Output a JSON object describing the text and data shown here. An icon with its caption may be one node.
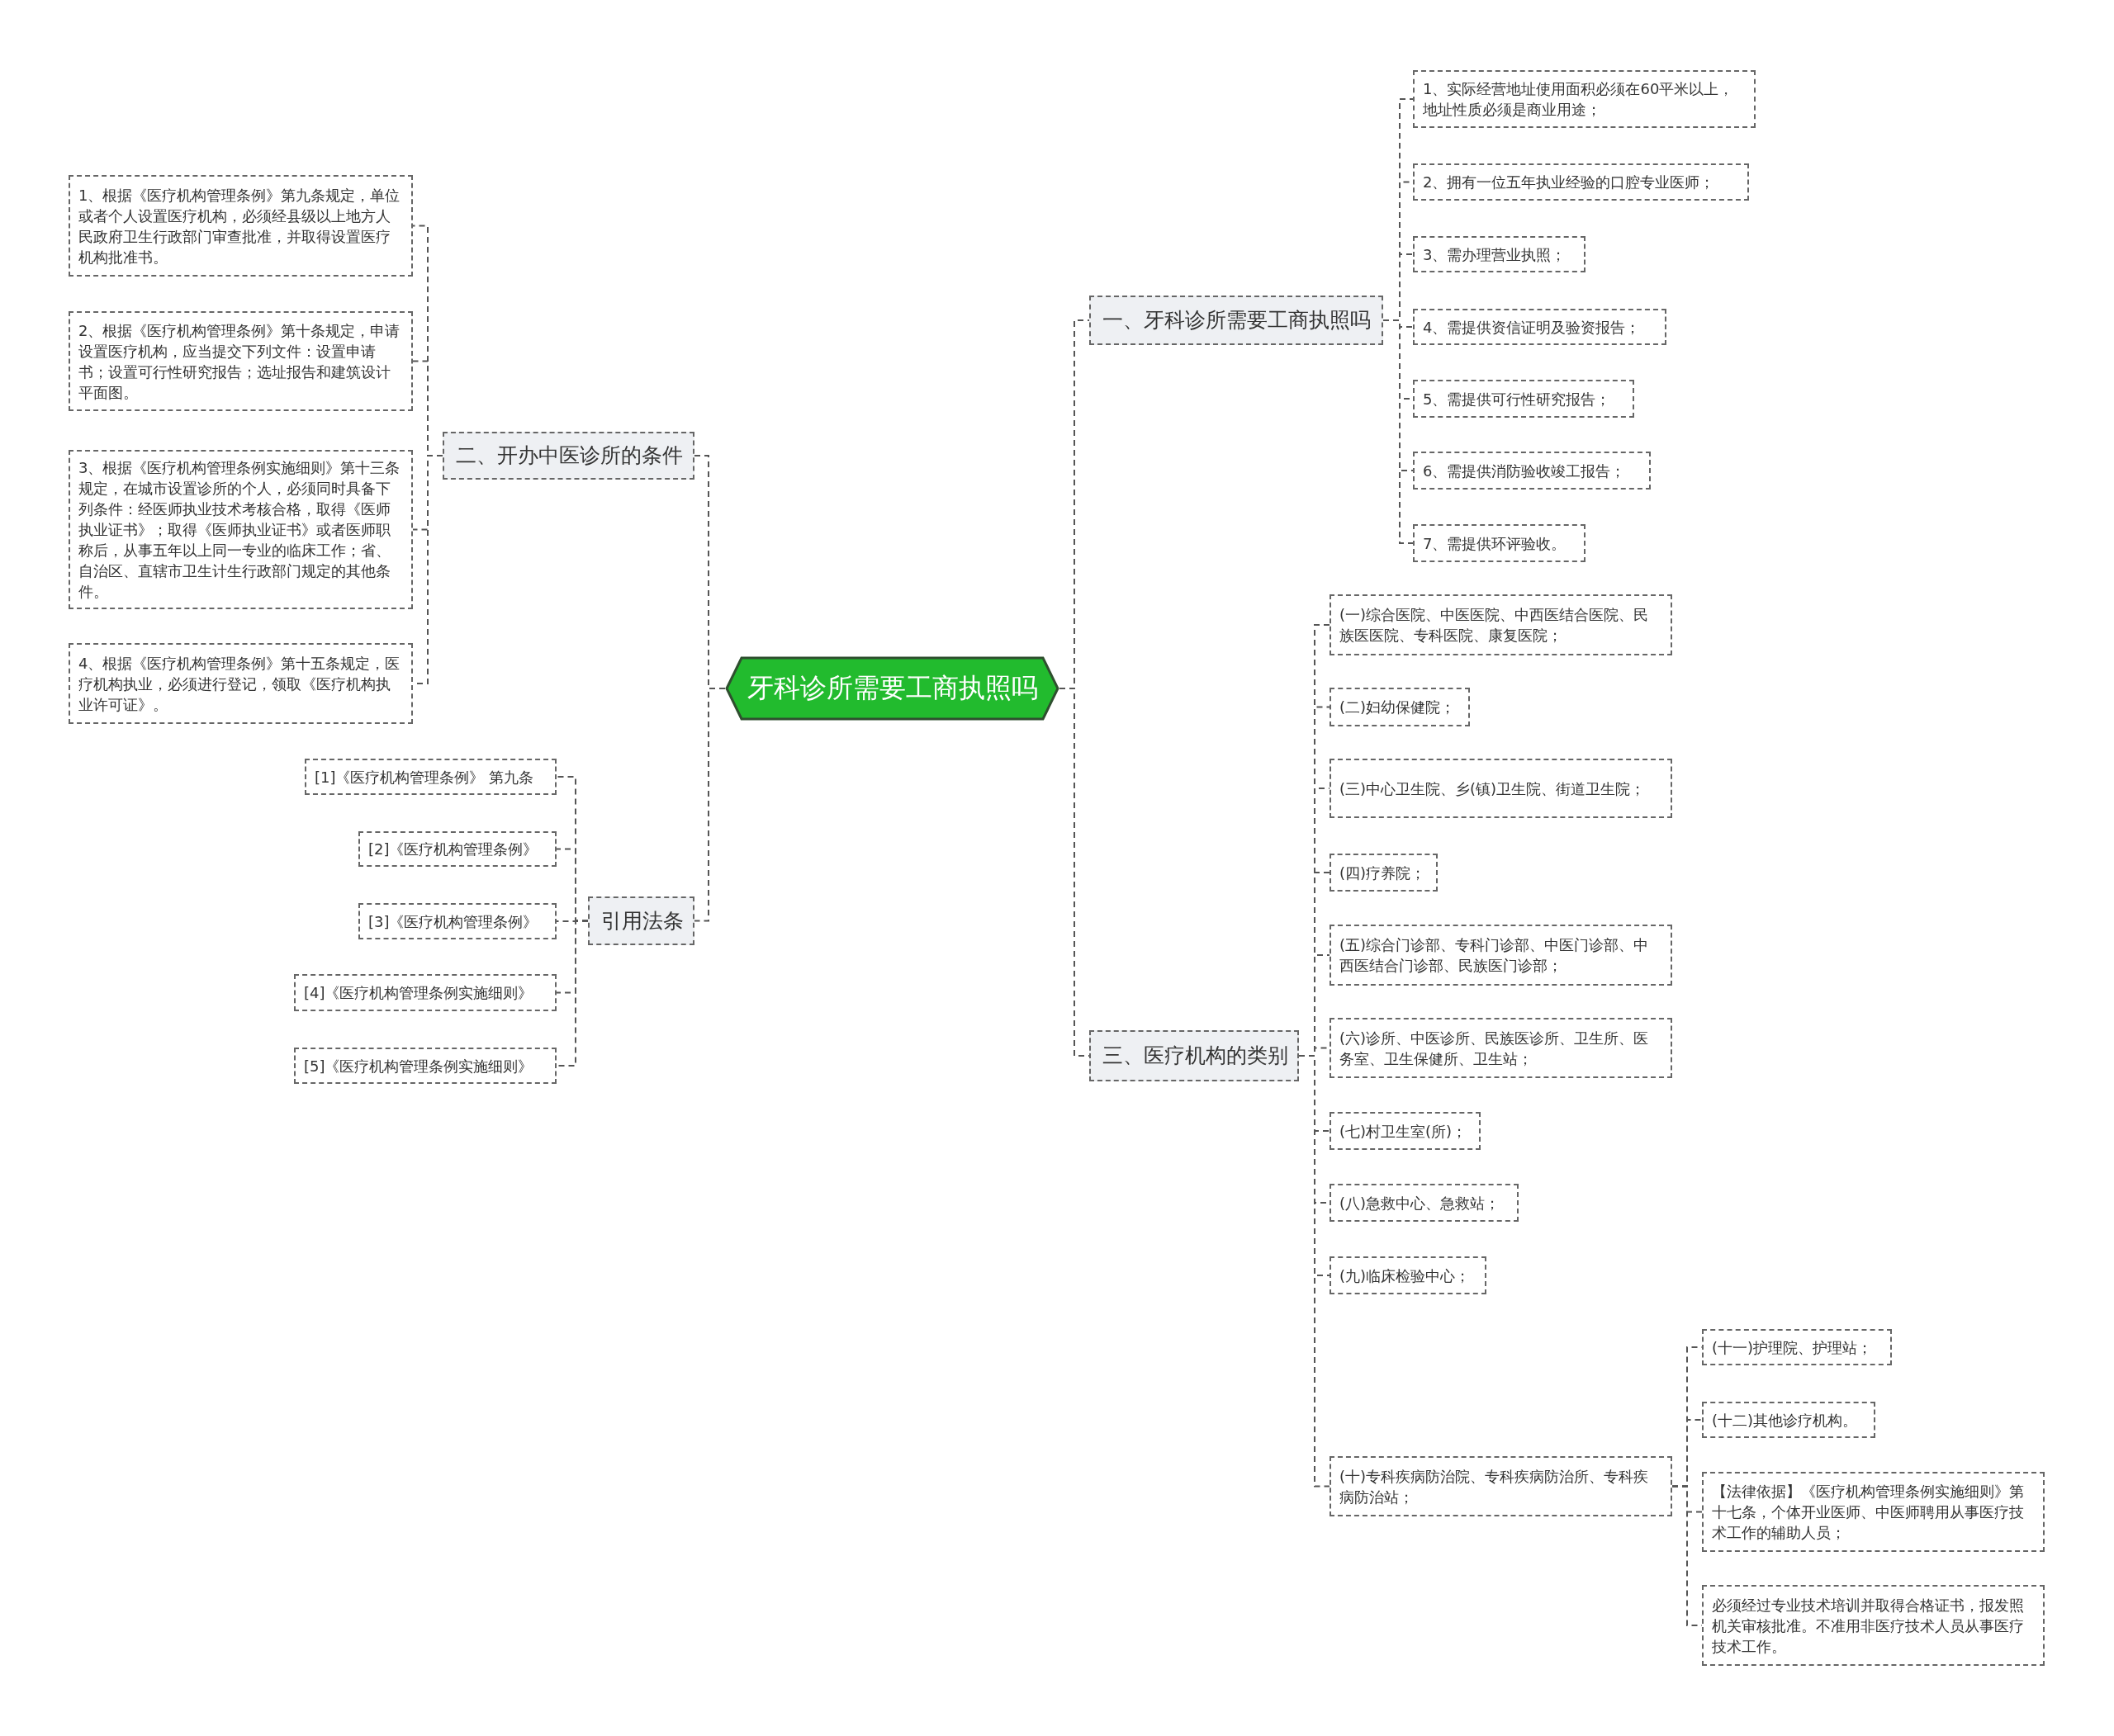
{
  "diagram": {
    "nodes": [
      {
        "text": [
          "牙科诊所需要工商执照吗"
        ]
      },
      {
        "text": [
          "一、牙科诊所需要工商执照吗"
        ]
      },
      {
        "text": [
          "1、实际经营地址使用面积必须在60平米以上，地址性质必须是商业用途；"
        ]
      },
      {
        "text": [
          "2、拥有一位五年执业经验的口腔专业医师；"
        ]
      },
      {
        "text": [
          "3、需办理营业执照；"
        ]
      },
      {
        "text": [
          "4、需提供资信证明及验资报告；"
        ]
      },
      {
        "text": [
          "5、需提供可行性研究报告；"
        ]
      },
      {
        "text": [
          "6、需提供消防验收竣工报告；"
        ]
      },
      {
        "text": [
          "7、需提供环评验收。"
        ]
      },
      {
        "text": [
          "三、医疗机构的类别"
        ]
      },
      {
        "text": [
          "(一)综合医院、中医医院、中西医结合医院、民族医医院、专科医院、康复医院；"
        ]
      },
      {
        "text": [
          "(二)妇幼保健院；"
        ]
      },
      {
        "text": [
          "(三)中心卫生院、乡(镇)卫生院、街道卫生院；"
        ]
      },
      {
        "text": [
          "(四)疗养院；"
        ]
      },
      {
        "text": [
          "(五)综合门诊部、专科门诊部、中医门诊部、中西医结合门诊部、民族医门诊部；"
        ]
      },
      {
        "text": [
          "(六)诊所、中医诊所、民族医诊所、卫生所、医务室、卫生保健所、卫生站；"
        ]
      },
      {
        "text": [
          "(七)村卫生室(所)；"
        ]
      },
      {
        "text": [
          "(八)急救中心、急救站；"
        ]
      },
      {
        "text": [
          "(九)临床检验中心；"
        ]
      },
      {
        "text": [
          "(十)专科疾病防治院、专科疾病防治所、专科疾病防治站；"
        ]
      },
      {
        "text": [
          "(十一)护理院、护理站；"
        ]
      },
      {
        "text": [
          "(十二)其他诊疗机构。"
        ]
      },
      {
        "text": [
          "【法律依据】《医疗机构管理条例实施细则》第十七条，个体开业医师、中医师聘用从事医疗技术工作的辅助人员；"
        ]
      },
      {
        "text": [
          "必须经过专业技术培训并取得合格证书，报发照机关审核批准。不准用非医疗技术人员从事医疗技术工作。"
        ]
      },
      {
        "text": [
          "二、开办中医诊所的条件"
        ]
      },
      {
        "text": [
          "1、根据《医疗机构管理条例》第九条规定，单位或者个人设置医疗机构，必须经县级以上地方人民政府卫生行政部门审查批准，并取得设置医疗机构批准书。"
        ]
      },
      {
        "text": [
          "2、根据《医疗机构管理条例》第十条规定，申请设置医疗机构，应当提交下列文件：设置申请书；设置可行性研究报告；选址报告和建筑设计平面图。"
        ]
      },
      {
        "text": [
          "3、根据《医疗机构管理条例实施细则》第十三条规定，在城市设置诊所的个人，必须同时具备下列条件：经医师执业技术考核合格，取得《医师执业证书》；取得《医师执业证书》或者医师职称后，从事五年以上同一专业的临床工作；省、自治区、直辖市卫生计生行政部门规定的其他条件。"
        ]
      },
      {
        "text": [
          "4、根据《医疗机构管理条例》第十五条规定，医疗机构执业，必须进行登记，领取《医疗机构执业许可证》。"
        ]
      },
      {
        "text": [
          "引用法条"
        ]
      },
      {
        "text": [
          "[1]《医疗机构管理条例》 第九条"
        ]
      },
      {
        "text": [
          "[2]《医疗机构管理条例》"
        ]
      },
      {
        "text": [
          "[3]《医疗机构管理条例》"
        ]
      },
      {
        "text": [
          "[4]《医疗机构管理条例实施细则》"
        ]
      },
      {
        "text": [
          "[5]《医疗机构管理条例实施细则》"
        ]
      }
    ],
    "edges": [
      {
        "from": 0,
        "to": 1,
        "arrow": "none"
      },
      {
        "from": 0,
        "to": 9,
        "arrow": "none"
      },
      {
        "from": 0,
        "to": 24,
        "arrow": "none"
      },
      {
        "from": 0,
        "to": 29,
        "arrow": "none"
      },
      {
        "from": 1,
        "to": 2,
        "arrow": "none"
      },
      {
        "from": 1,
        "to": 3,
        "arrow": "none"
      },
      {
        "from": 1,
        "to": 4,
        "arrow": "none"
      },
      {
        "from": 1,
        "to": 5,
        "arrow": "none"
      },
      {
        "from": 1,
        "to": 6,
        "arrow": "none"
      },
      {
        "from": 1,
        "to": 7,
        "arrow": "none"
      },
      {
        "from": 1,
        "to": 8,
        "arrow": "none"
      },
      {
        "from": 9,
        "to": 10,
        "arrow": "none"
      },
      {
        "from": 9,
        "to": 11,
        "arrow": "none"
      },
      {
        "from": 9,
        "to": 12,
        "arrow": "none"
      },
      {
        "from": 9,
        "to": 13,
        "arrow": "none"
      },
      {
        "from": 9,
        "to": 14,
        "arrow": "none"
      },
      {
        "from": 9,
        "to": 15,
        "arrow": "none"
      },
      {
        "from": 9,
        "to": 16,
        "arrow": "none"
      },
      {
        "from": 9,
        "to": 17,
        "arrow": "none"
      },
      {
        "from": 9,
        "to": 18,
        "arrow": "none"
      },
      {
        "from": 9,
        "to": 19,
        "arrow": "none"
      },
      {
        "from": 19,
        "to": 20,
        "arrow": "none"
      },
      {
        "from": 19,
        "to": 21,
        "arrow": "none"
      },
      {
        "from": 19,
        "to": 22,
        "arrow": "none"
      },
      {
        "from": 19,
        "to": 23,
        "arrow": "none"
      },
      {
        "from": 24,
        "to": 25,
        "arrow": "none"
      },
      {
        "from": 24,
        "to": 26,
        "arrow": "none"
      },
      {
        "from": 24,
        "to": 27,
        "arrow": "none"
      },
      {
        "from": 24,
        "to": 28,
        "arrow": "none"
      },
      {
        "from": 29,
        "to": 30,
        "arrow": "none"
      },
      {
        "from": 29,
        "to": 31,
        "arrow": "none"
      },
      {
        "from": 29,
        "to": 32,
        "arrow": "none"
      },
      {
        "from": 29,
        "to": 33,
        "arrow": "none"
      },
      {
        "from": 29,
        "to": 34,
        "arrow": "none"
      }
    ]
  }
}
